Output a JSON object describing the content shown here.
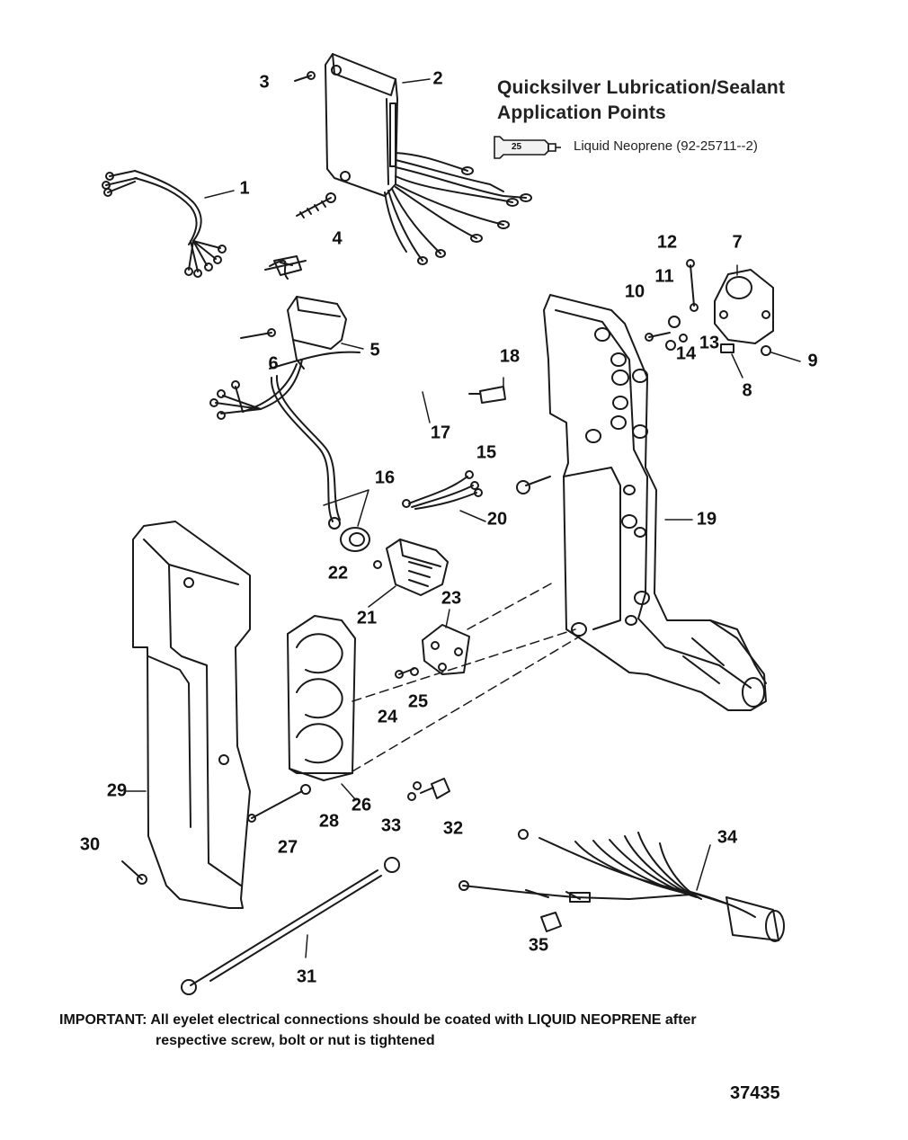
{
  "header": {
    "title_line1": "Quicksilver Lubrication/Sealant",
    "title_line2": "Application Points"
  },
  "legend": {
    "tube_number": "25",
    "text": "Liquid Neoprene (92-25711--2)"
  },
  "callouts": [
    "1",
    "2",
    "3",
    "4",
    "5",
    "6",
    "7",
    "8",
    "9",
    "10",
    "11",
    "12",
    "13",
    "14",
    "15",
    "16",
    "17",
    "18",
    "19",
    "20",
    "21",
    "22",
    "23",
    "24",
    "25",
    "26",
    "27",
    "28",
    "29",
    "30",
    "31",
    "32",
    "33",
    "34",
    "35"
  ],
  "footer": {
    "note_line1": "IMPORTANT: All eyelet electrical connections should be coated with LIQUID NEOPRENE after",
    "note_line2": "respective screw, bolt or nut is tightened",
    "figure_number": "37435"
  }
}
